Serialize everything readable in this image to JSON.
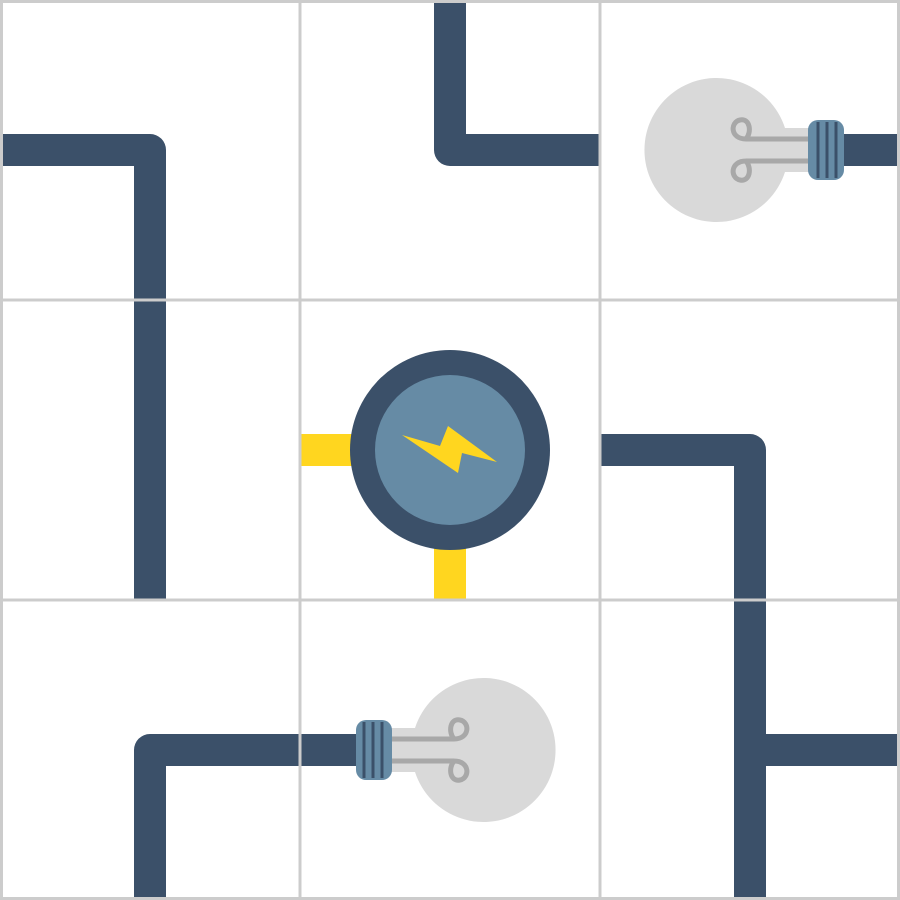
{
  "game": {
    "type": "light-up-wire-puzzle",
    "grid": {
      "rows": 3,
      "cols": 3
    },
    "colors": {
      "background": "#ffffff",
      "grid_line": "#cccccc",
      "wire": "#3b5069",
      "wire_powered": "#ffd61f",
      "source_ring": "#3b5069",
      "source_fill": "#668ba5",
      "bolt": "#ffd61f",
      "bulb_glass": "#d9d9d9",
      "bulb_filament": "#a8a8a8",
      "bulb_base": "#668ba5"
    },
    "icons": {
      "source": "lightning-bolt-icon",
      "bulb": "light-bulb-icon"
    },
    "tiles": [
      {
        "row": 0,
        "col": 0,
        "kind": "wire",
        "shape": "corner",
        "connects": [
          "W",
          "S"
        ],
        "powered": false
      },
      {
        "row": 0,
        "col": 1,
        "kind": "wire",
        "shape": "corner",
        "connects": [
          "N",
          "E"
        ],
        "powered": false
      },
      {
        "row": 0,
        "col": 2,
        "kind": "bulb",
        "connects": [
          "E"
        ],
        "lit": false
      },
      {
        "row": 1,
        "col": 0,
        "kind": "wire",
        "shape": "straight",
        "connects": [
          "N",
          "S"
        ],
        "powered": false
      },
      {
        "row": 1,
        "col": 1,
        "kind": "source",
        "connects": [
          "W",
          "S"
        ],
        "powered": true
      },
      {
        "row": 1,
        "col": 2,
        "kind": "wire",
        "shape": "corner",
        "connects": [
          "W",
          "S"
        ],
        "powered": false
      },
      {
        "row": 2,
        "col": 0,
        "kind": "wire",
        "shape": "corner",
        "connects": [
          "E",
          "S"
        ],
        "powered": false
      },
      {
        "row": 2,
        "col": 1,
        "kind": "bulb",
        "connects": [
          "W"
        ],
        "lit": false
      },
      {
        "row": 2,
        "col": 2,
        "kind": "wire",
        "shape": "tee",
        "connects": [
          "N",
          "S",
          "E"
        ],
        "powered": false
      }
    ]
  }
}
